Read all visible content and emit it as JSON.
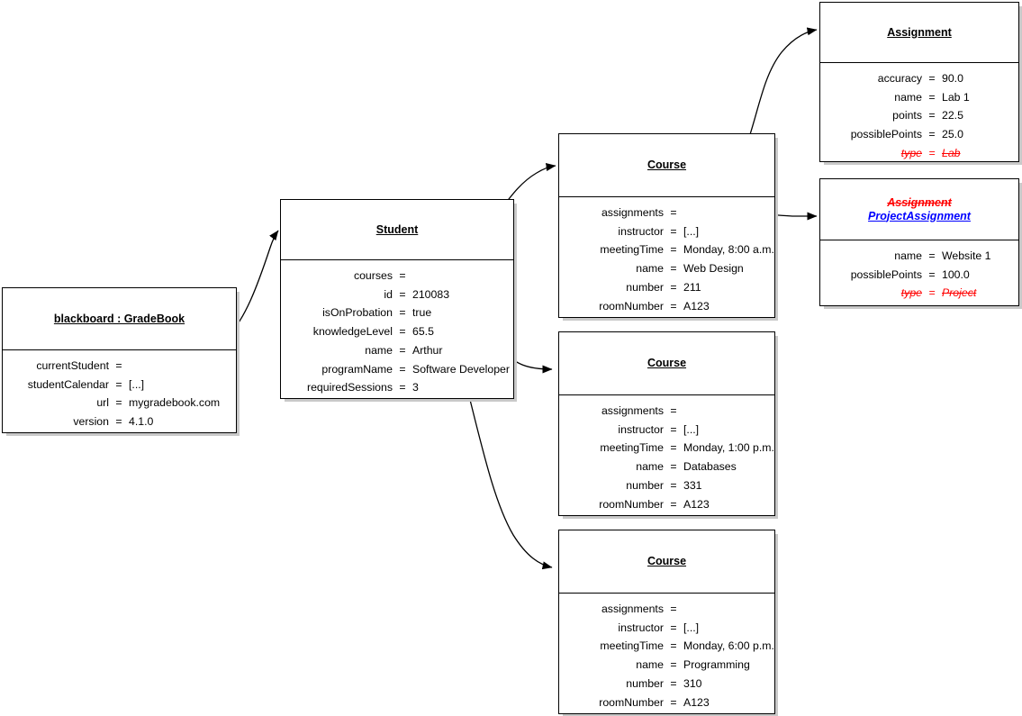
{
  "diagram": {
    "type": "uml-object-diagram",
    "colors": {
      "border": "#000000",
      "shadow": "#c9c9c9",
      "text": "#000000",
      "deleted": "#ff0000",
      "renamed": "#0000ff",
      "background": "#ffffff"
    }
  },
  "objects": {
    "gradebook": {
      "title": "blackboard : GradeBook",
      "attributes": [
        {
          "name": "currentStudent",
          "eq": "=",
          "value": ""
        },
        {
          "name": "studentCalendar",
          "eq": "=",
          "value": "[...]"
        },
        {
          "name": "url",
          "eq": "=",
          "value": "mygradebook.com"
        },
        {
          "name": "version",
          "eq": "=",
          "value": "4.1.0"
        }
      ]
    },
    "student": {
      "title": "Student",
      "attributes": [
        {
          "name": "courses",
          "eq": "=",
          "value": ""
        },
        {
          "name": "id",
          "eq": "=",
          "value": "210083"
        },
        {
          "name": "isOnProbation",
          "eq": "=",
          "value": "true"
        },
        {
          "name": "knowledgeLevel",
          "eq": "=",
          "value": "65.5"
        },
        {
          "name": "name",
          "eq": "=",
          "value": "Arthur"
        },
        {
          "name": "programName",
          "eq": "=",
          "value": "Software Developer"
        },
        {
          "name": "requiredSessions",
          "eq": "=",
          "value": "3"
        }
      ]
    },
    "course1": {
      "title": "Course",
      "attributes": [
        {
          "name": "assignments",
          "eq": "=",
          "value": ""
        },
        {
          "name": "instructor",
          "eq": "=",
          "value": "[...]"
        },
        {
          "name": "meetingTime",
          "eq": "=",
          "value": "Monday, 8:00 a.m."
        },
        {
          "name": "name",
          "eq": "=",
          "value": "Web Design"
        },
        {
          "name": "number",
          "eq": "=",
          "value": "211"
        },
        {
          "name": "roomNumber",
          "eq": "=",
          "value": "A123"
        }
      ]
    },
    "course2": {
      "title": "Course",
      "attributes": [
        {
          "name": "assignments",
          "eq": "=",
          "value": ""
        },
        {
          "name": "instructor",
          "eq": "=",
          "value": "[...]"
        },
        {
          "name": "meetingTime",
          "eq": "=",
          "value": "Monday, 1:00 p.m."
        },
        {
          "name": "name",
          "eq": "=",
          "value": "Databases"
        },
        {
          "name": "number",
          "eq": "=",
          "value": "331"
        },
        {
          "name": "roomNumber",
          "eq": "=",
          "value": "A123"
        }
      ]
    },
    "course3": {
      "title": "Course",
      "attributes": [
        {
          "name": "assignments",
          "eq": "=",
          "value": ""
        },
        {
          "name": "instructor",
          "eq": "=",
          "value": "[...]"
        },
        {
          "name": "meetingTime",
          "eq": "=",
          "value": "Monday, 6:00 p.m."
        },
        {
          "name": "name",
          "eq": "=",
          "value": "Programming"
        },
        {
          "name": "number",
          "eq": "=",
          "value": "310"
        },
        {
          "name": "roomNumber",
          "eq": "=",
          "value": "A123"
        }
      ]
    },
    "assignment": {
      "title": "Assignment",
      "attributes": [
        {
          "name": "accuracy",
          "eq": "=",
          "value": "90.0"
        },
        {
          "name": "name",
          "eq": "=",
          "value": "Lab 1"
        },
        {
          "name": "points",
          "eq": "=",
          "value": "22.5"
        },
        {
          "name": "possiblePoints",
          "eq": "=",
          "value": "25.0"
        },
        {
          "name": "type",
          "eq": "=",
          "value": "Lab",
          "deleted": true
        }
      ]
    },
    "projectassignment": {
      "old_title": "Assignment",
      "new_title": "ProjectAssignment",
      "attributes": [
        {
          "name": "name",
          "eq": "=",
          "value": "Website 1"
        },
        {
          "name": "possiblePoints",
          "eq": "=",
          "value": "100.0"
        },
        {
          "name": "type",
          "eq": "=",
          "value": "Project",
          "deleted": true
        }
      ]
    }
  },
  "links": [
    {
      "id": "link-gradebook-student",
      "from": "gradebook.currentStudent",
      "to": "student"
    },
    {
      "id": "link-student-course1",
      "from": "student.courses",
      "to": "course1"
    },
    {
      "id": "link-student-course2",
      "from": "student.courses",
      "to": "course2"
    },
    {
      "id": "link-student-course3",
      "from": "student.courses",
      "to": "course3"
    },
    {
      "id": "link-course1-assignment",
      "from": "course1.assignments",
      "to": "assignment"
    },
    {
      "id": "link-course1-projectassignment",
      "from": "course1.assignments",
      "to": "projectassignment"
    }
  ]
}
